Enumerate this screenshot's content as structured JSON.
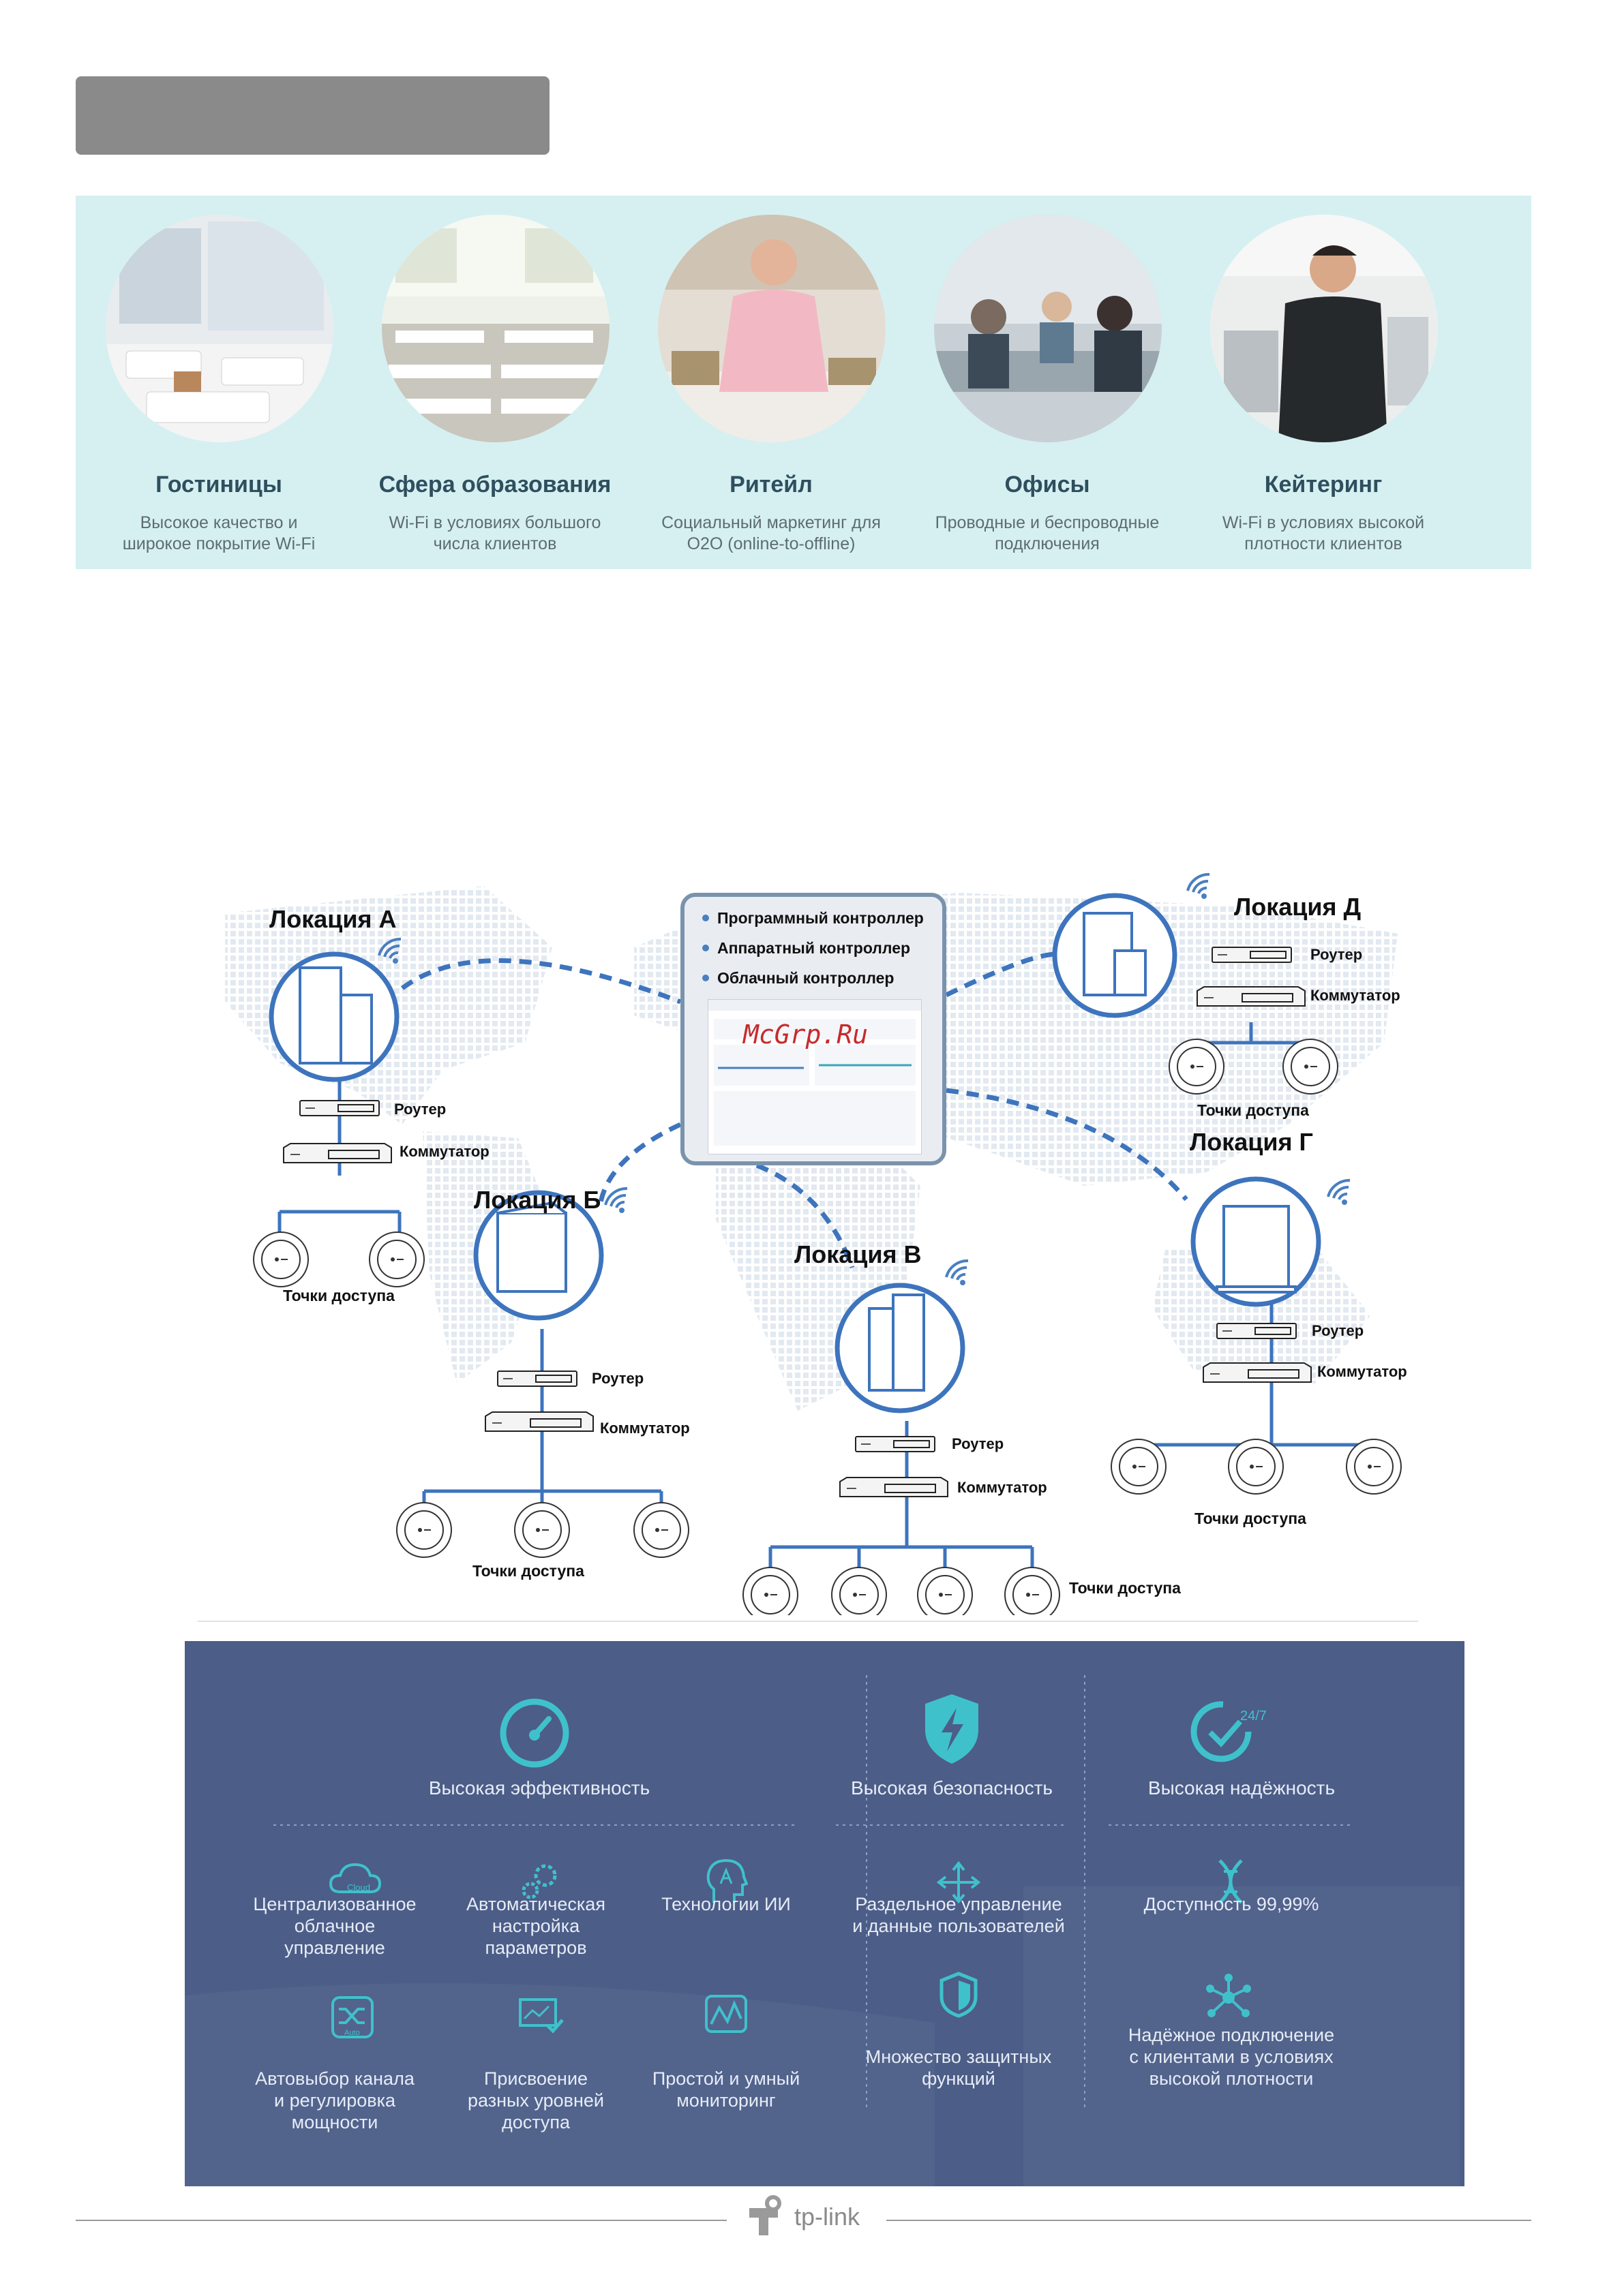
{
  "industries": [
    {
      "title": "Гостиницы",
      "line1": "Высокое качество и",
      "line2": "широкое покрытие Wi-Fi"
    },
    {
      "title": "Сфера образования",
      "line1": "Wi-Fi в условиях большого",
      "line2": "числа клиентов"
    },
    {
      "title": "Ритейл",
      "line1": "Социальный маркетинг для",
      "line2": "O2O (online-to-offline)"
    },
    {
      "title": "Офисы",
      "line1": "Проводные и беспроводные",
      "line2": "подключения"
    },
    {
      "title": "Кейтеринг",
      "line1": "Wi-Fi в условиях высокой",
      "line2": "плотности клиентов"
    }
  ],
  "diagram": {
    "controller_items": [
      "Программный контроллер",
      "Аппаратный контроллер",
      "Облачный контроллер"
    ],
    "watermark": "McGrp.Ru",
    "router": "Роутер",
    "switch": "Коммутатор",
    "access_points": "Точки доступа",
    "locations": {
      "a": "Локация А",
      "b": "Локация Б",
      "v": "Локация В",
      "g": "Локация Г",
      "d": "Локация Д"
    }
  },
  "features": {
    "efficiency": "Высокая эффективность",
    "security": "Высокая безопасность",
    "reliability": "Высокая надёжность",
    "cloud": {
      "line1": "Централизованное",
      "line2": "облачное",
      "line3": "управление",
      "icon_text": "Cloud"
    },
    "auto_config": {
      "line1": "Автоматическая",
      "line2": "настройка",
      "line3": "параметров"
    },
    "ai": {
      "line1": "Технологии ИИ"
    },
    "separate": {
      "line1": "Раздельное управление",
      "line2": "и данные пользователей"
    },
    "availability": {
      "line1": "Доступность 99,99%"
    },
    "channel": {
      "line1": "Автовыбор канала",
      "line2": "и регулировка",
      "line3": "мощности",
      "icon_text": "Auto"
    },
    "access_levels": {
      "line1": "Присвоение",
      "line2": "разных уровней",
      "line3": "доступа"
    },
    "monitoring": {
      "line1": "Простой и умный",
      "line2": "мониторинг"
    },
    "protection": {
      "line1": "Множество защитных",
      "line2": "функций"
    },
    "density": {
      "line1": "Надёжное подключение",
      "line2": "с клиентами в условиях",
      "line3": "высокой плотности"
    },
    "badge_247": "24/7"
  },
  "footer": {
    "brand": "tp-link"
  },
  "colors": {
    "band": "#d6f0f2",
    "panel": "#4c5d87",
    "accent": "#3aa7b5",
    "link": "#4a7fc0"
  }
}
